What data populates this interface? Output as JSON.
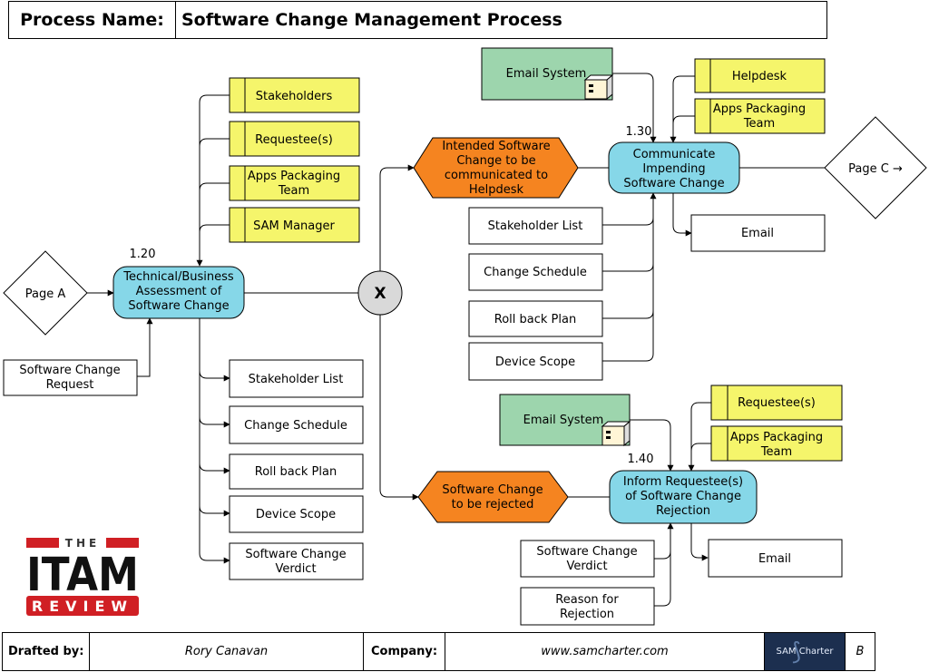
{
  "header": {
    "process_label": "Process Name:",
    "process_name": "Software Change Management Process"
  },
  "diagram": {
    "page_a": "Page A",
    "page_c": "Page C →",
    "request": [
      "Software Change",
      "Request"
    ],
    "step_120": {
      "number": "1.20",
      "lines": [
        "Technical/Business",
        "Assessment of",
        "Software Change"
      ],
      "inputs": [
        [
          "Stakeholders"
        ],
        [
          "Requestee(s)"
        ],
        [
          "Apps Packaging",
          "Team"
        ],
        [
          "SAM Manager"
        ]
      ],
      "outputs": [
        [
          "Stakeholder List"
        ],
        [
          "Change Schedule"
        ],
        [
          "Roll back Plan"
        ],
        [
          "Device Scope"
        ],
        [
          "Software Change",
          "Verdict"
        ]
      ]
    },
    "gateway": "X",
    "event_communicate": [
      "Intended Software",
      "Change to be",
      "communicated to",
      "Helpdesk"
    ],
    "event_reject": [
      "Software Change",
      "to be rejected"
    ],
    "step_130": {
      "number": "1.30",
      "lines": [
        "Communicate",
        "Impending",
        "Software Change"
      ],
      "system": "Email System",
      "roles": [
        [
          "Helpdesk"
        ],
        [
          "Apps Packaging",
          "Team"
        ]
      ],
      "inputs": [
        [
          "Stakeholder List"
        ],
        [
          "Change Schedule"
        ],
        [
          "Roll back Plan"
        ],
        [
          "Device Scope"
        ]
      ],
      "output": "Email"
    },
    "step_140": {
      "number": "1.40",
      "lines": [
        "Inform Requestee(s)",
        "of Software Change",
        "Rejection"
      ],
      "system": "Email System",
      "roles": [
        [
          "Requestee(s)"
        ],
        [
          "Apps Packaging",
          "Team"
        ]
      ],
      "inputs": [
        [
          "Software Change",
          "Verdict"
        ],
        [
          "Reason for",
          "Rejection"
        ]
      ],
      "output": "Email"
    }
  },
  "logo": {
    "top": "THE",
    "main": "ITAM",
    "bottom": "REVIEW"
  },
  "footer": {
    "drafted_label": "Drafted by:",
    "drafted_value": "Rory Canavan",
    "company_label": "Company:",
    "company_value": "www.samcharter.com",
    "brand": "SAM Charter",
    "page_letter": "B"
  },
  "colors": {
    "yellow_role": "#f5f56b",
    "process_blue": "#86d7e8",
    "event_orange": "#f58420",
    "system_green": "#9dd5ad",
    "logo_red": "#d01f24"
  }
}
